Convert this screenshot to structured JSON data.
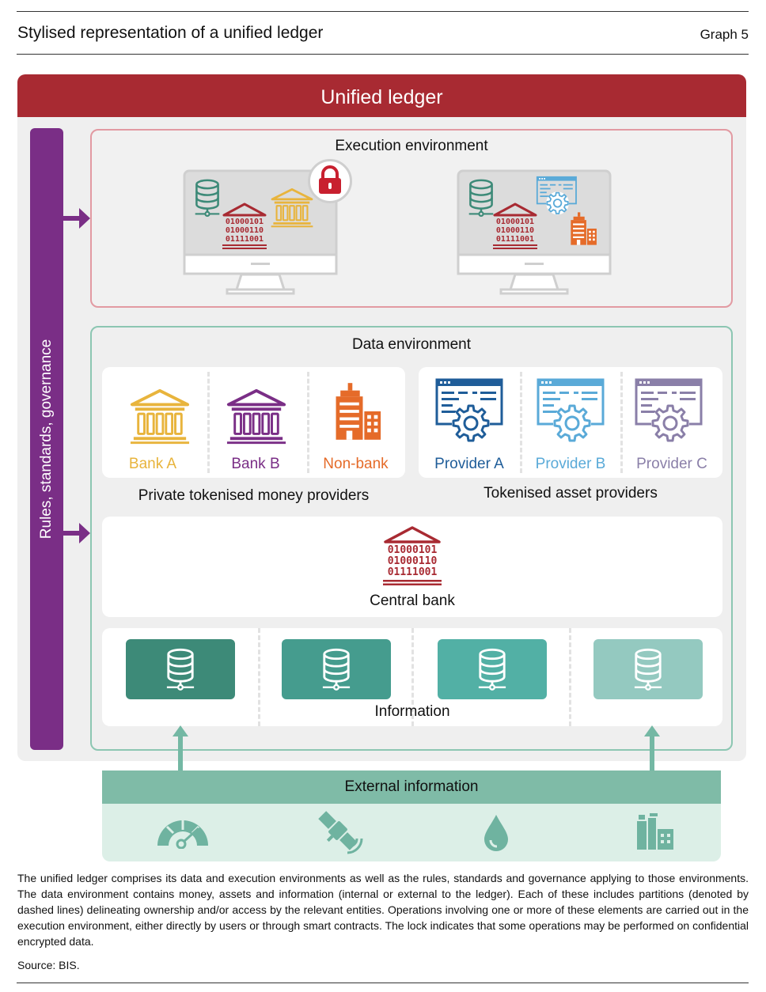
{
  "header": {
    "title": "Stylised representation of a unified ledger",
    "graph_number": "Graph 5"
  },
  "unified_ledger": {
    "label": "Unified ledger"
  },
  "rules_bar": {
    "label": "Rules, standards, governance"
  },
  "execution_environment": {
    "label": "Execution environment",
    "binary_code": [
      "01000101",
      "01000110",
      "01111001"
    ]
  },
  "data_environment": {
    "label": "Data environment",
    "money_providers": {
      "caption": "Private tokenised money providers",
      "items": [
        {
          "label": "Bank A",
          "color": "#e8b43c",
          "icon": "bank-icon"
        },
        {
          "label": "Bank B",
          "color": "#7a2e86",
          "icon": "bank-icon"
        },
        {
          "label": "Non-bank",
          "color": "#e56b29",
          "icon": "buildings-icon"
        }
      ]
    },
    "asset_providers": {
      "caption": "Tokenised asset providers",
      "items": [
        {
          "label": "Provider A",
          "color": "#1f5d99",
          "icon": "smart-contract-icon"
        },
        {
          "label": "Provider B",
          "color": "#5aaad8",
          "icon": "smart-contract-icon"
        },
        {
          "label": "Provider C",
          "color": "#8a7fa8",
          "icon": "smart-contract-icon"
        }
      ]
    },
    "central_bank": {
      "label": "Central bank",
      "binary_code": [
        "01000101",
        "01000110",
        "01111001"
      ],
      "color": "#a82a32"
    },
    "information": {
      "label": "Information",
      "tile_colors": [
        "#3d8a78",
        "#459c8e",
        "#52b0a5",
        "#94c9c0"
      ]
    }
  },
  "external_information": {
    "label": "External information",
    "icons": [
      "gauge-icon",
      "satellite-icon",
      "water-drop-icon",
      "factory-icon"
    ]
  },
  "note": "The unified ledger comprises its data and execution environments as well as the rules, standards and governance applying to those environments. The data environment contains money, assets and information (internal or external to the ledger). Each of these includes partitions (denoted by dashed lines) delineating ownership and/or access by the relevant entities. Operations involving one or more of these elements are carried out in the execution environment, either directly by users or through smart contracts. The lock indicates that some operations may be performed on confidential encrypted data.",
  "source": "Source: BIS."
}
